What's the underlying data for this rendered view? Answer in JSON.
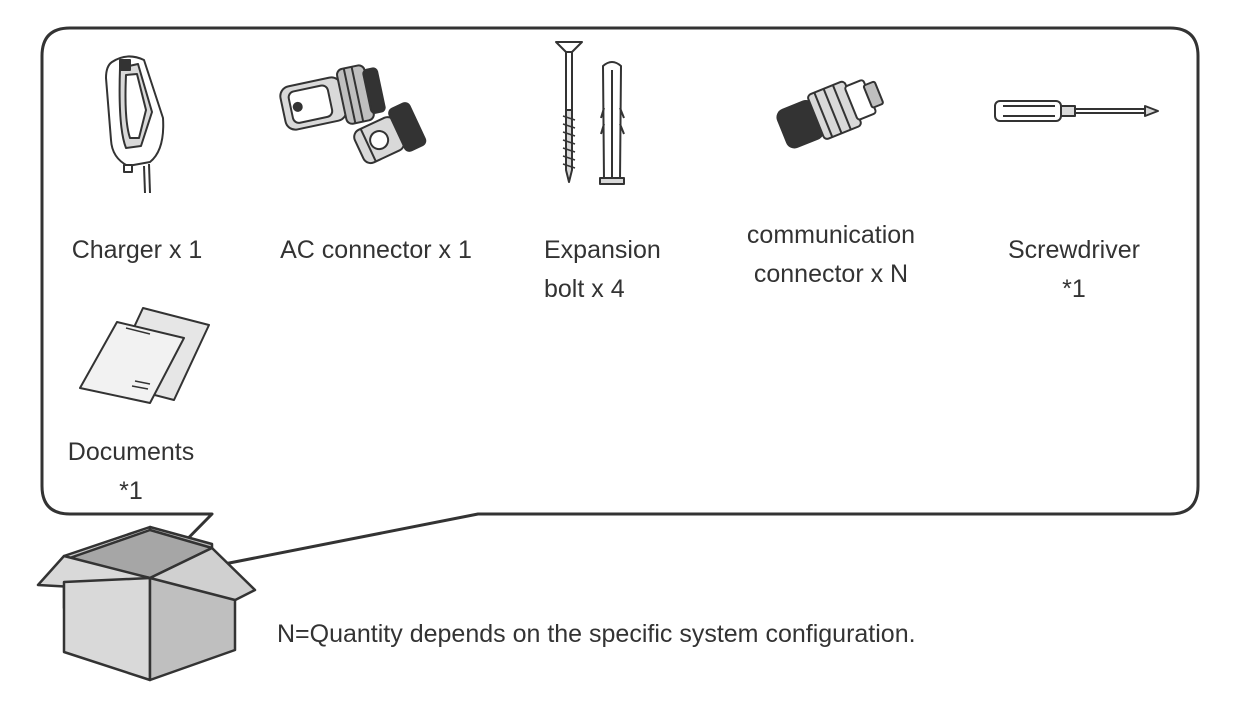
{
  "items": [
    {
      "label_line1": "Charger x 1",
      "label_line2": "",
      "icon": "wall-charger-icon"
    },
    {
      "label_line1": "AC connector x 1",
      "label_line2": "",
      "icon": "ac-connector-icon"
    },
    {
      "label_line1": "Expansion",
      "label_line2": "bolt x 4",
      "icon": "expansion-bolt-icon"
    },
    {
      "label_line1": "communication",
      "label_line2": "connector x N",
      "icon": "communication-connector-icon"
    },
    {
      "label_line1": "Screwdriver",
      "label_line2": "*1",
      "icon": "screwdriver-icon"
    },
    {
      "label_line1": "Documents",
      "label_line2": "*1",
      "icon": "documents-icon"
    }
  ],
  "footnote": "N=Quantity depends on the specific system configuration.",
  "colors": {
    "outline": "#333333",
    "text": "#333333",
    "box_light": "#d9d9d9",
    "box_mid": "#bfbfbf",
    "box_dark": "#a6a6a6"
  }
}
